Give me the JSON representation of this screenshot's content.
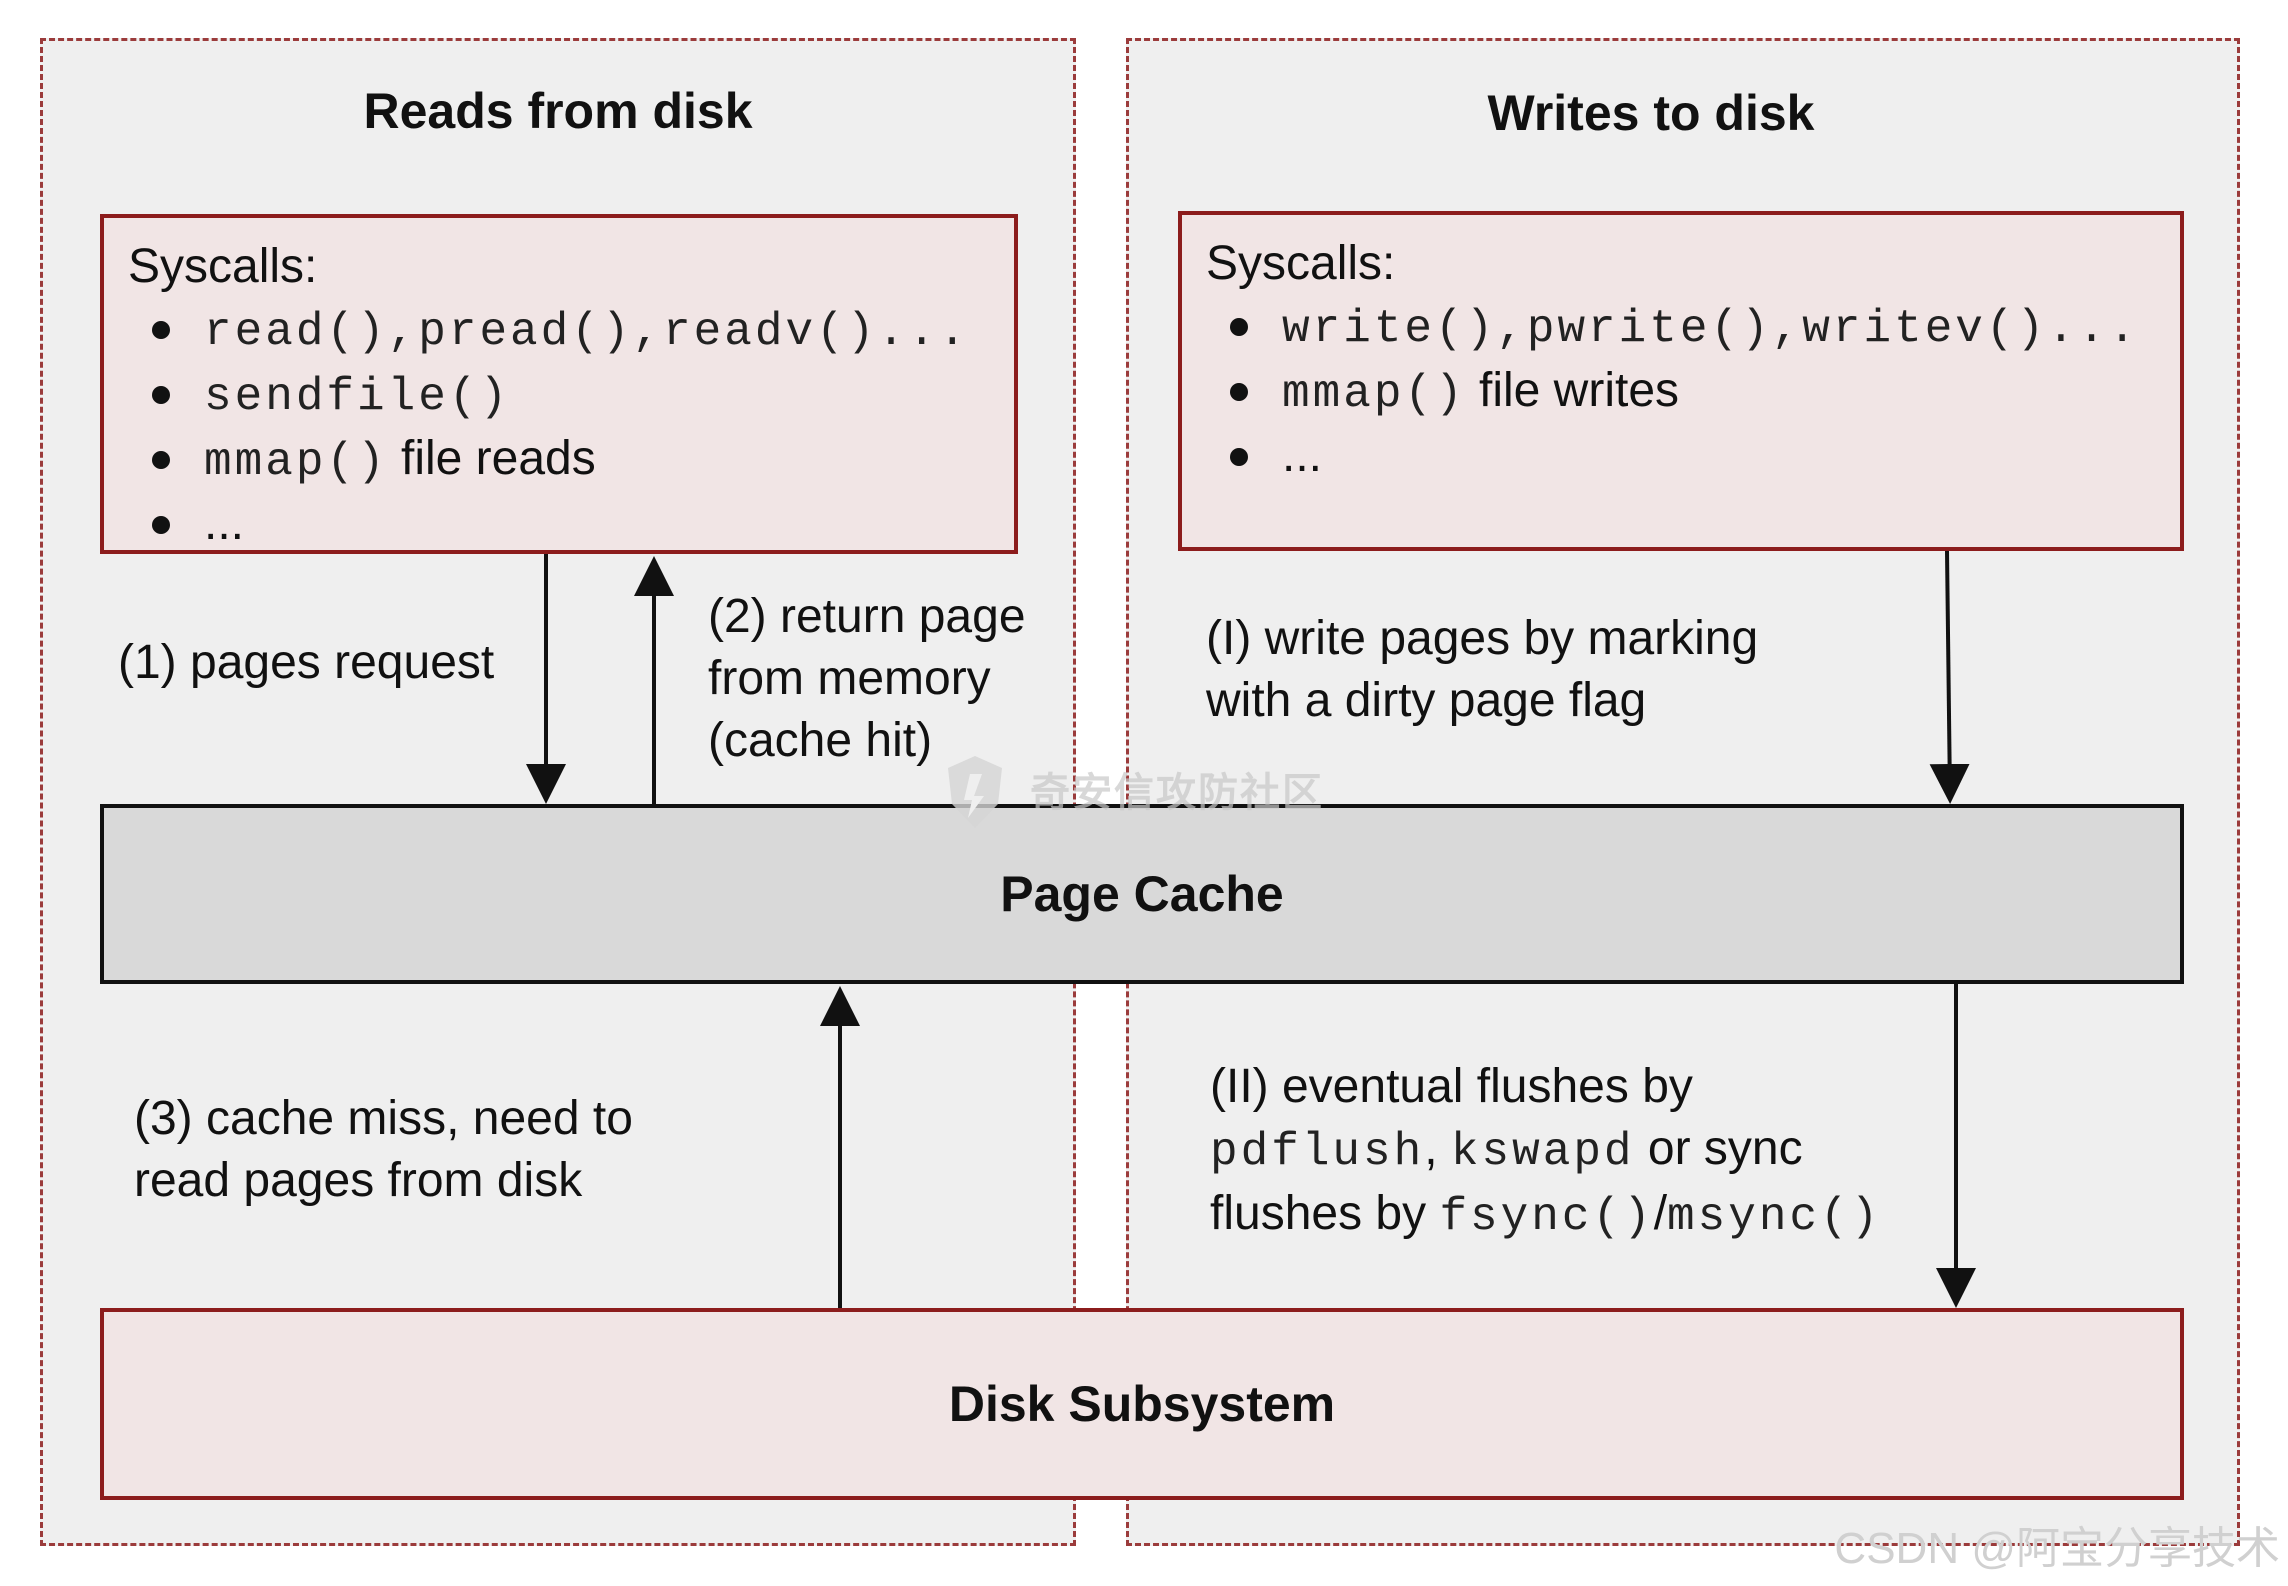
{
  "reads_panel": {
    "title": "Reads from disk",
    "syscalls_heading": "Syscalls:",
    "item1_mono": "read(),pread(),readv()...",
    "item2_mono": "sendfile()",
    "item3_mono": "mmap()",
    "item3_text": " file reads",
    "item4_text": "..."
  },
  "writes_panel": {
    "title": "Writes to disk",
    "syscalls_heading": "Syscalls:",
    "item1_mono": "write(),pwrite(),writev()...",
    "item2_mono": "mmap()",
    "item2_text": " file writes",
    "item3_text": "..."
  },
  "labels": {
    "pages_request": "(1) pages request",
    "return_page_line1": "(2) return page",
    "return_page_line2": "from memory",
    "return_page_line3": "(cache hit)",
    "cache_miss_line1": "(3) cache miss, need to",
    "cache_miss_line2": "read pages from disk",
    "write_pages_line1": "(I) write pages by marking",
    "write_pages_line2": "with a dirty page flag",
    "flush_line1": "(II) eventual flushes by",
    "flush_line2_mono_a": "pdflush",
    "flush_line2_sep": ", ",
    "flush_line2_mono_b": "kswapd",
    "flush_line2_text": " or sync",
    "flush_line3_text": "flushes by ",
    "flush_line3_mono_a": "fsync()",
    "flush_line3_slash": "/",
    "flush_line3_mono_b": "msync()"
  },
  "page_cache_label": "Page Cache",
  "disk_subsystem_label": "Disk Subsystem",
  "watermark_text": "奇安信攻防社区",
  "credit_text": "CSDN @阿宝分享技术",
  "colors": {
    "panel_bg": "#efefef",
    "dashed_border": "#9b3b3b",
    "syscall_box_fill": "#f1e5e5",
    "syscall_box_border": "#8c1c1c",
    "page_cache_fill": "#d9d9d9",
    "arrow": "#111111"
  }
}
